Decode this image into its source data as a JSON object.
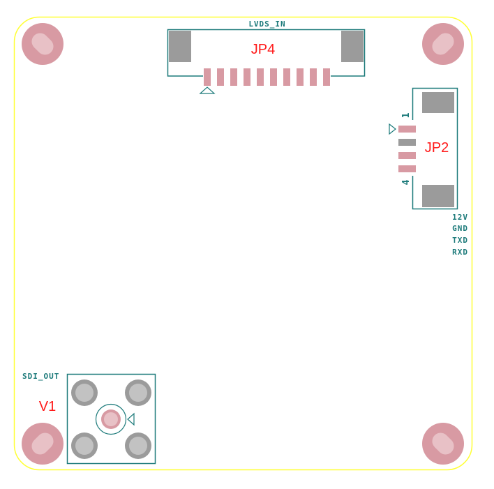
{
  "board": {
    "outline_color": "#ffff33",
    "silkscreen_color": "#1c7a7a",
    "copper_color": "#d89aa3",
    "copper_inner_color": "#e8c1c6",
    "pad_gray_color": "#9b9b9b",
    "pad_gray_inner_color": "#c2c2c2",
    "refdes_color": "#ff1a1a",
    "mounting_holes": 4
  },
  "components": {
    "jp4": {
      "refdes": "JP4",
      "label": "LVDS_IN",
      "signal_pad_count": 10,
      "pin1_marker": "triangle-up"
    },
    "jp2": {
      "refdes": "JP2",
      "pin_first_label": "1",
      "pin_last_label": "4",
      "pin_count": 4,
      "pin_names": [
        "12V",
        "GND",
        "TXD",
        "RXD"
      ],
      "pin1_marker": "triangle-right"
    },
    "v1": {
      "refdes": "V1",
      "label": "SDI_OUT",
      "pin1_marker": "triangle-left"
    }
  }
}
